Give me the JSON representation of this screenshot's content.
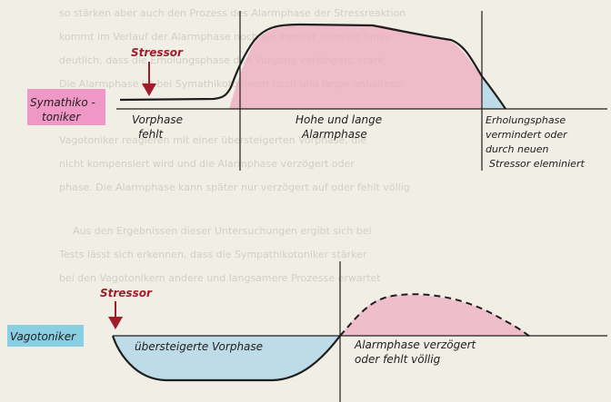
{
  "top_panel": {
    "type_label": [
      "Symathiko -",
      "toniker"
    ],
    "stressor": "Stressor",
    "phases": [
      [
        "Vorphase",
        "fehlt"
      ],
      [
        "Hohe und lange",
        "Alarmphase"
      ],
      [
        "Erholungsphase",
        "vermindert oder",
        "durch neuen",
        "Stressor eleminiert"
      ]
    ]
  },
  "bottom_panel": {
    "type_label": [
      "Vagotoniker"
    ],
    "stressor": "Stressor",
    "phases": [
      [
        "übersteigerte Vorphase"
      ],
      [
        "Alarmphase verzögert",
        "oder fehlt völlig"
      ]
    ]
  },
  "background_text": [
    "so stärken aber auch den Prozess des Alarmphase der Stressreaktion",
    "kommt im Verlauf der Alarmphase noch ein zweiter Stressor hinzu",
    "deutlich, dass die Erholungsphase den Vorgang verlängert, stark",
    "Die Alarmphase ist bei Symathikotonikern hoch und lange anhaltend",
    "Vagotoniker reagieren mit einer übersteigerten Vorphase, die",
    "nicht kompensiert wird und die Alarmphase verzögert oder",
    "phase. Die Alarmphase kann später nur verzögert auf oder fehlt völlig",
    "Aus den Ergebnissen dieser Untersuchungen ergibt sich bei",
    "Tests lässt sich erkennen, dass die Sympathikotoniker stärker",
    "bei den Vagotonikern andere und langsamere Prozesse erwartet"
  ],
  "colors": {
    "pink_fill": "#eea9bf",
    "blue_fill": "#b8d8e8",
    "label_pink": "#ef87c0",
    "label_blue": "#7dcbe3",
    "stressor_red": "#a01c28",
    "ink": "#1e1e1e"
  }
}
